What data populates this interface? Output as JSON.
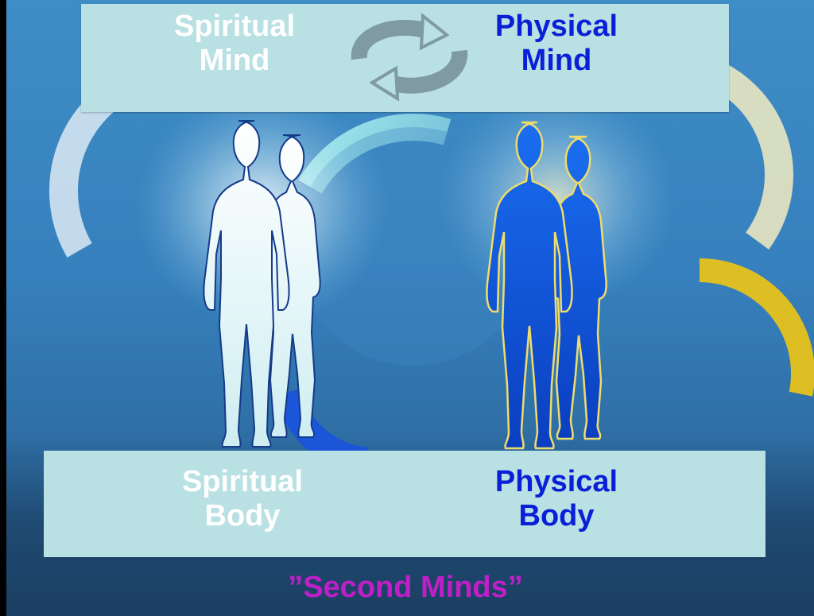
{
  "top": {
    "left_label": "Spiritual\nMind",
    "right_label": "Physical\nMind"
  },
  "bottom": {
    "left_label": "Spiritual\nBody",
    "right_label": "Physical\nBody"
  },
  "caption": "”Second Minds”",
  "colors": {
    "spiritual_text": "#ffffff",
    "physical_text": "#0a1fd8",
    "caption_text": "#c01fc8",
    "label_box": "#b9e0e2",
    "spiritual_figure": "#e8f7f8",
    "physical_figure": "#0d52e0",
    "gold_ring": "#e7c21a"
  },
  "icons": [
    "cycle-arrows-icon",
    "spiritual-couple-figure",
    "physical-couple-figure"
  ]
}
